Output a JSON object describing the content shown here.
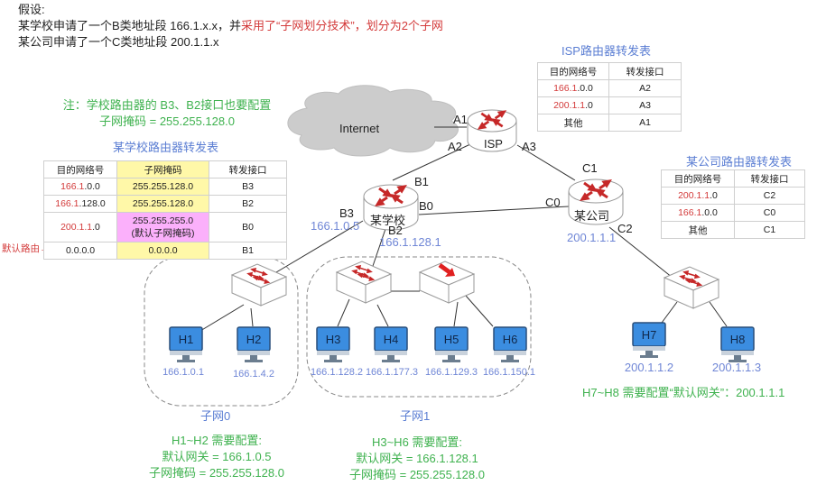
{
  "intro": {
    "line1": "假设:",
    "line2_prefix": "某学校申请了一个B类地址段 166.1.x.x，并",
    "line2_red": "采用了“子网划分技术”，划分为2个子网",
    "line3": "某公司申请了一个C类地址段 200.1.1.x"
  },
  "isp_table": {
    "title": "ISP路由器转发表",
    "headers": [
      "目的网络号",
      "转发接口"
    ],
    "rows": [
      {
        "net_red": "166.1",
        "net_rest": ".0.0",
        "iface": "A2"
      },
      {
        "net_red": "200.1.1",
        "net_rest": ".0",
        "iface": "A3"
      },
      {
        "net_red": "",
        "net_rest": "其他",
        "iface": "A1"
      }
    ]
  },
  "school_note": {
    "line1": "注：学校路由器的 B3、B2接口也要配置",
    "line2": "子网掩码 = 255.255.128.0"
  },
  "school_table": {
    "title": "某学校路由器转发表",
    "headers": [
      "目的网络号",
      "子网掩码",
      "转发接口"
    ],
    "rows": [
      {
        "net_red": "166.1",
        "net_rest": ".0.0",
        "mask": "255.255.128.0",
        "mask_note": "",
        "iface": "B3"
      },
      {
        "net_red": "166.1",
        "net_rest": ".128.0",
        "mask": "255.255.128.0",
        "mask_note": "",
        "iface": "B2"
      },
      {
        "net_red": "200.1.1",
        "net_rest": ".0",
        "mask": "255.255.255.0",
        "mask_note": "(默认子网掩码)",
        "iface": "B0"
      },
      {
        "net_red": "",
        "net_rest": "0.0.0.0",
        "mask": "0.0.0.0",
        "mask_note": "",
        "iface": "B1"
      }
    ],
    "default_route_label": "默认路由→"
  },
  "company_table": {
    "title": "某公司路由器转发表",
    "headers": [
      "目的网络号",
      "转发接口"
    ],
    "rows": [
      {
        "net_red": "200.1.1",
        "net_rest": ".0",
        "iface": "C2"
      },
      {
        "net_red": "166.1",
        "net_rest": ".0.0",
        "iface": "C0"
      },
      {
        "net_red": "",
        "net_rest": "其他",
        "iface": "C1"
      }
    ]
  },
  "topology": {
    "internet_label": "Internet",
    "isp": {
      "name": "ISP",
      "ports": [
        "A1",
        "A2",
        "A3"
      ]
    },
    "school_router": {
      "name": "某学校",
      "ports": [
        "B1",
        "B0",
        "B3",
        "B2"
      ],
      "b3_ip": "166.1.0.5",
      "b2_ip": "166.1.128.1"
    },
    "company_router": {
      "name": "某公司",
      "ports": [
        "C1",
        "C0",
        "C2"
      ],
      "c2_ip": "200.1.1.1"
    },
    "hosts": [
      {
        "name": "H1",
        "ip": "166.1.0.1"
      },
      {
        "name": "H2",
        "ip": "166.1.4.2"
      },
      {
        "name": "H3",
        "ip": "166.1.128.2"
      },
      {
        "name": "H4",
        "ip": "166.1.177.3"
      },
      {
        "name": "H5",
        "ip": "166.1.129.3"
      },
      {
        "name": "H6",
        "ip": "166.1.150.1"
      },
      {
        "name": "H7",
        "ip": "200.1.1.2"
      },
      {
        "name": "H8",
        "ip": "200.1.1.3"
      }
    ],
    "subnet0_label": "子网0",
    "subnet1_label": "子网1"
  },
  "config_notes": {
    "h1h2": {
      "line1": "H1~H2 需要配置:",
      "line2": "默认网关 = 166.1.0.5",
      "line3": "子网掩码 = 255.255.128.0"
    },
    "h3h6": {
      "line1": "H3~H6 需要配置:",
      "line2": "默认网关 = 166.1.128.1",
      "line3": "子网掩码 = 255.255.128.0"
    },
    "h7h8": "H7~H8 需要配置“默认网关”：200.1.1.1"
  },
  "colors": {
    "accent_red": "#d33a3a",
    "note_green": "#3fb24f",
    "ip_blue": "#6f86d6",
    "mask_yellow": "#fff8a8",
    "mask_pink": "#fbb0fb"
  }
}
